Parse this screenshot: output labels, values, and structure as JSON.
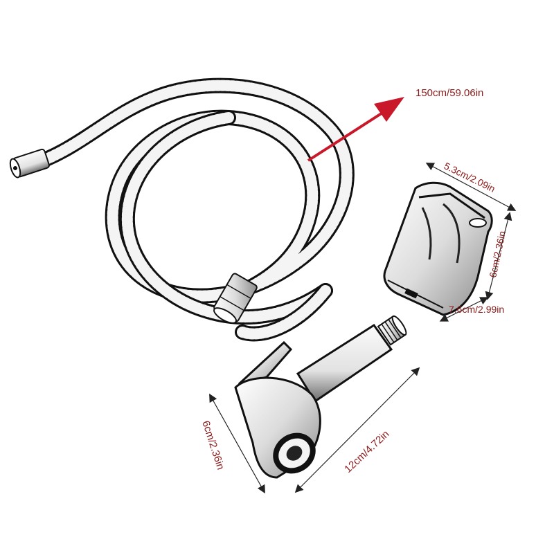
{
  "labels": {
    "hose_length": "150cm/59.06in",
    "holder_width": "5.3cm/2.09in",
    "holder_height": "6cm/2.36in",
    "holder_depth": "7.6cm/2.99in",
    "sprayer_height": "6cm/2.36in",
    "sprayer_length": "12cm/4.72in"
  },
  "colors": {
    "label_text": "#8b1a1a",
    "arrow": "#c8182a",
    "dimension_line": "#222222",
    "metal_dark": "#111111",
    "metal_light": "#f4f4f4"
  }
}
